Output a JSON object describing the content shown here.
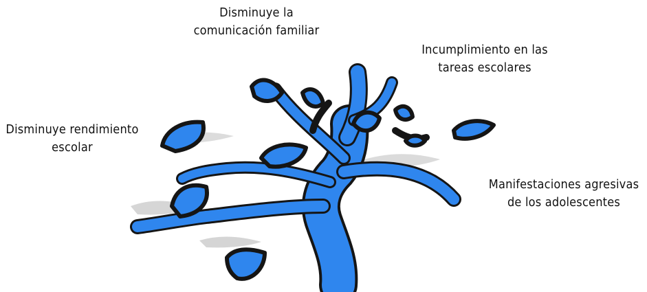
{
  "diagram": {
    "colors": {
      "tree_fill": "#2f86ee",
      "outline": "#151515",
      "smudge": "#bfbfbf"
    },
    "labels": {
      "top": {
        "line1": "Disminuye la",
        "line2": "comunicación familiar"
      },
      "right_top": {
        "line1": "Incumplimiento en las",
        "line2": "tareas escolares"
      },
      "left": {
        "line1": "Disminuye rendimiento",
        "line2": "escolar"
      },
      "right": {
        "line1": "Manifestaciones agresivas",
        "line2": "de los adolescentes"
      }
    }
  }
}
